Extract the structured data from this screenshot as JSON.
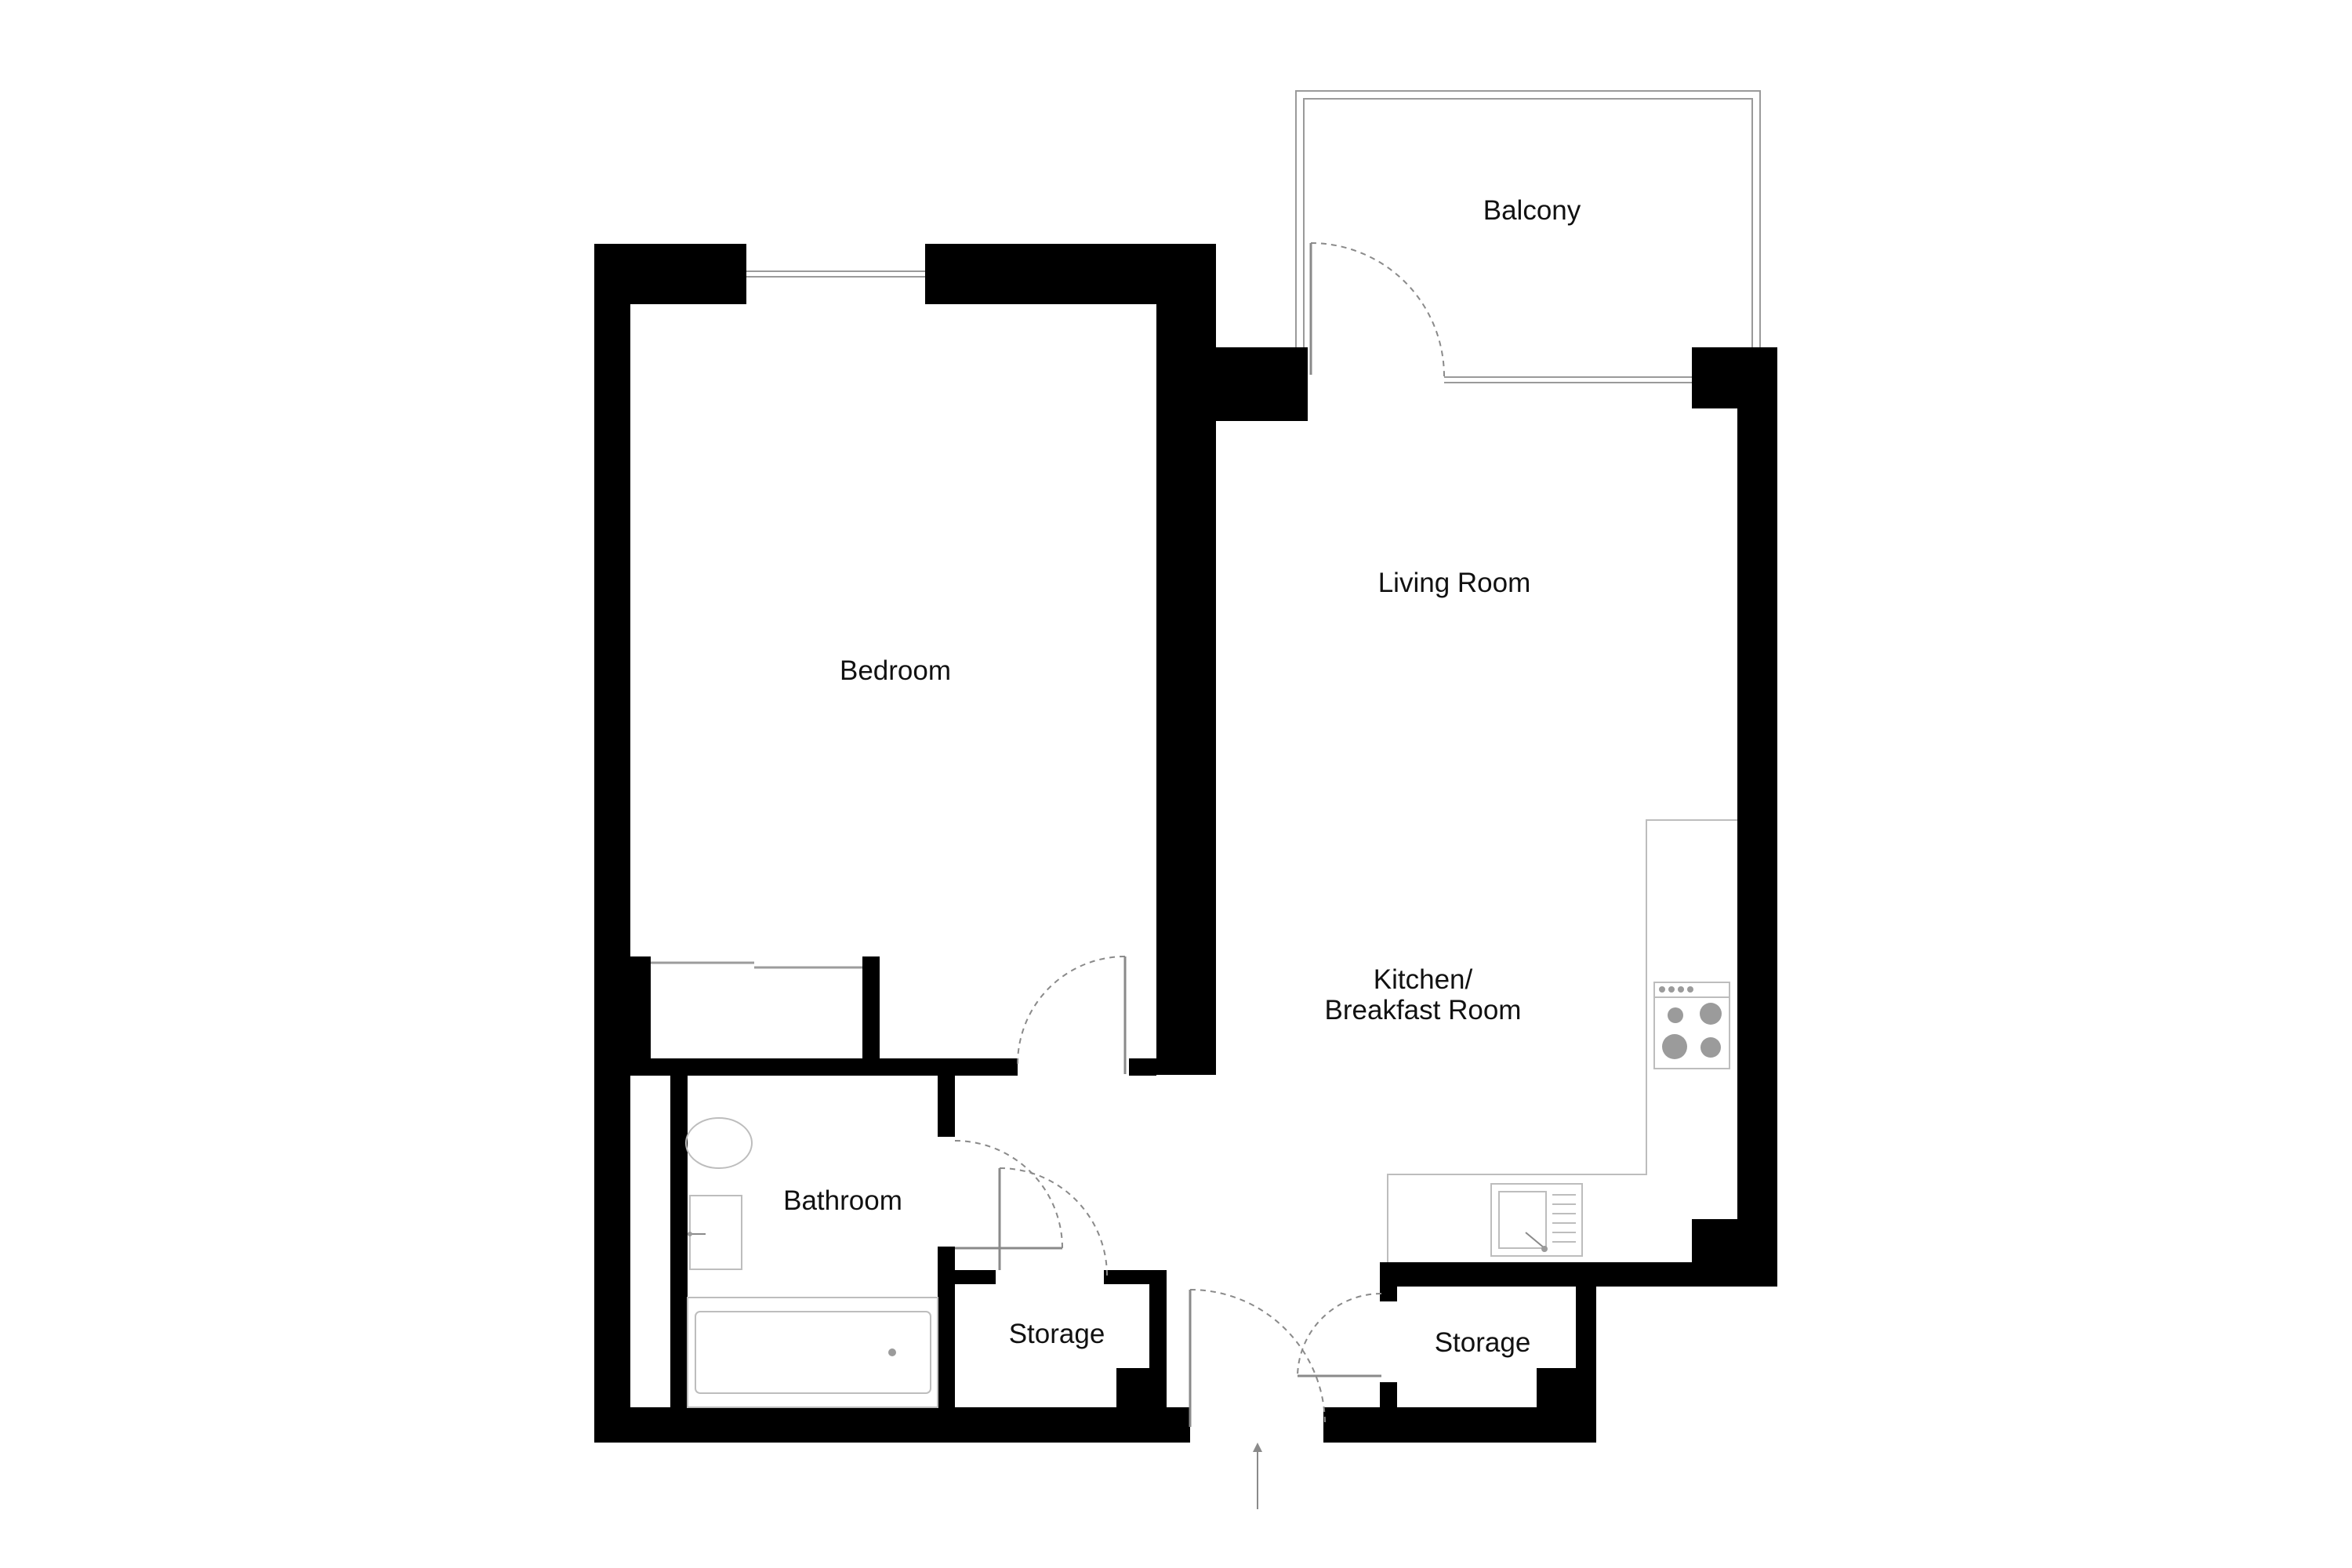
{
  "rooms": {
    "balcony": "Balcony",
    "living_room": "Living Room",
    "bedroom": "Bedroom",
    "kitchen_line1": "Kitchen/",
    "kitchen_line2": "Breakfast Room",
    "bathroom": "Bathroom",
    "storage_left": "Storage",
    "storage_right": "Storage"
  },
  "colors": {
    "wall": "#000000",
    "fixture": "#bdbdbd",
    "door_swing": "#8a8a8a",
    "text": "#111111"
  },
  "icons": {
    "entrance": "entrance-arrow-icon",
    "hob": "hob-icon",
    "sink": "sink-icon",
    "bathtub": "bathtub-icon",
    "toilet": "toilet-icon",
    "basin": "basin-icon"
  }
}
